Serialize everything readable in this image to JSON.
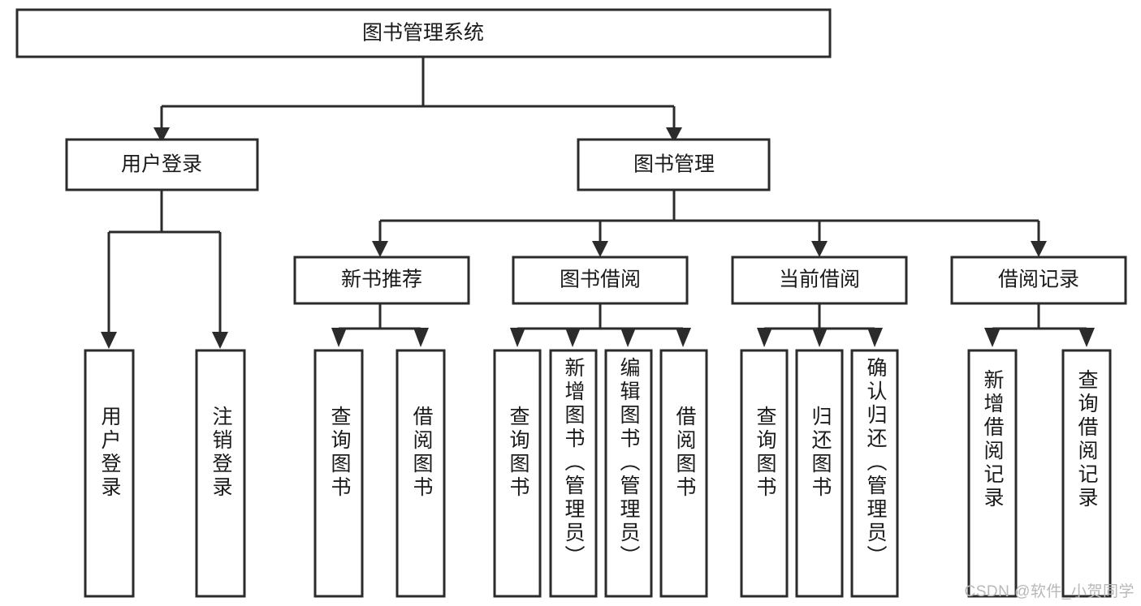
{
  "diagram": {
    "title": "图书管理系统",
    "type": "hierarchy-tree",
    "orientation": "top-down",
    "colors": {
      "box_stroke": "#2b2b2b",
      "box_fill": "#ffffff",
      "text": "#1a1a1a",
      "background": "#ffffff",
      "watermark": "#b8b8b8"
    },
    "levels": {
      "root": {
        "label": "图书管理系统",
        "orientation": "horizontal"
      },
      "level2": [
        {
          "id": "user-login",
          "label": "用户登录",
          "orientation": "horizontal"
        },
        {
          "id": "book-management",
          "label": "图书管理",
          "orientation": "horizontal"
        }
      ],
      "level3": [
        {
          "id": "new-book-recommend",
          "label": "新书推荐",
          "orientation": "horizontal",
          "parent": "book-management"
        },
        {
          "id": "book-borrow",
          "label": "图书借阅",
          "orientation": "horizontal",
          "parent": "book-management"
        },
        {
          "id": "current-borrow",
          "label": "当前借阅",
          "orientation": "horizontal",
          "parent": "book-management"
        },
        {
          "id": "borrow-record",
          "label": "借阅记录",
          "orientation": "horizontal",
          "parent": "book-management"
        }
      ],
      "leaves": [
        {
          "id": "leaf-user-login",
          "label": "用户登录",
          "orientation": "vertical",
          "parent": "user-login"
        },
        {
          "id": "leaf-logout",
          "label": "注销登录",
          "orientation": "vertical",
          "parent": "user-login"
        },
        {
          "id": "leaf-query-book-1",
          "label": "查询图书",
          "orientation": "vertical",
          "parent": "new-book-recommend"
        },
        {
          "id": "leaf-borrow-book-1",
          "label": "借阅图书",
          "orientation": "vertical",
          "parent": "new-book-recommend"
        },
        {
          "id": "leaf-query-book-2",
          "label": "查询图书",
          "orientation": "vertical",
          "parent": "book-borrow"
        },
        {
          "id": "leaf-add-book",
          "label": "新增图书（管理员）",
          "orientation": "vertical",
          "parent": "book-borrow"
        },
        {
          "id": "leaf-edit-book",
          "label": "编辑图书（管理员）",
          "orientation": "vertical",
          "parent": "book-borrow"
        },
        {
          "id": "leaf-borrow-book-2",
          "label": "借阅图书",
          "orientation": "vertical",
          "parent": "book-borrow"
        },
        {
          "id": "leaf-query-book-3",
          "label": "查询图书",
          "orientation": "vertical",
          "parent": "current-borrow"
        },
        {
          "id": "leaf-return-book",
          "label": "归还图书",
          "orientation": "vertical",
          "parent": "current-borrow"
        },
        {
          "id": "leaf-confirm-return",
          "label": "确认归还（管理员）",
          "orientation": "vertical",
          "parent": "current-borrow"
        },
        {
          "id": "leaf-add-record",
          "label": "新增借阅记录",
          "orientation": "vertical",
          "parent": "borrow-record"
        },
        {
          "id": "leaf-query-record",
          "label": "查询借阅记录",
          "orientation": "vertical",
          "parent": "borrow-record"
        }
      ]
    },
    "watermark": "CSDN @软件_小贺同学"
  }
}
